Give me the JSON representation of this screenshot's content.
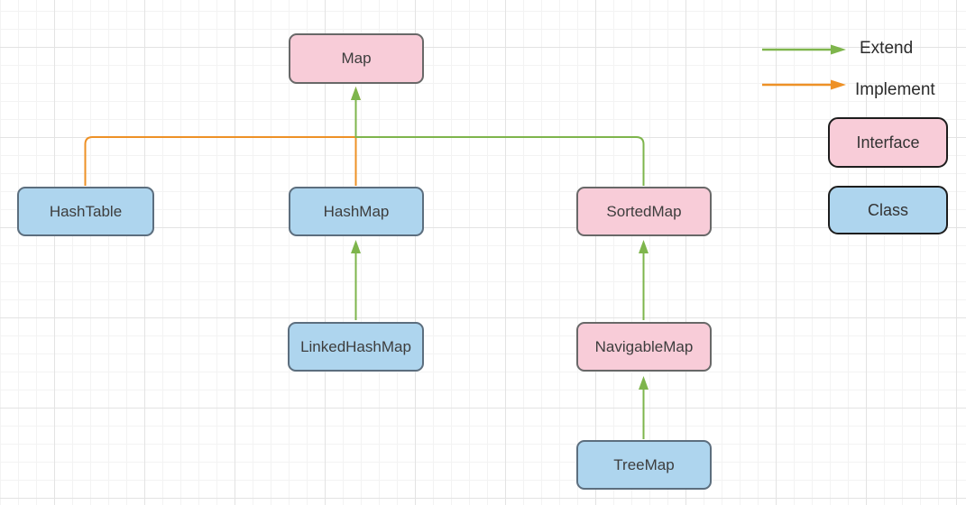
{
  "diagram": {
    "title_implied": "Java Map hierarchy",
    "colors": {
      "extend": "#7eb54c",
      "implement": "#ee9126",
      "interface_fill": "#f8ccd8",
      "class_fill": "#aed5ee",
      "node_border": "#5c6e7e",
      "legend_border": "#1d1d1d",
      "label_text": "#3d3d3d"
    },
    "nodes": [
      {
        "id": "map",
        "label": "Map",
        "kind": "interface"
      },
      {
        "id": "hashtable",
        "label": "HashTable",
        "kind": "class"
      },
      {
        "id": "hashmap",
        "label": "HashMap",
        "kind": "class"
      },
      {
        "id": "sortedmap",
        "label": "SortedMap",
        "kind": "interface"
      },
      {
        "id": "linkedhashmap",
        "label": "LinkedHashMap",
        "kind": "class"
      },
      {
        "id": "navigablemap",
        "label": "NavigableMap",
        "kind": "interface"
      },
      {
        "id": "treemap",
        "label": "TreeMap",
        "kind": "class"
      }
    ],
    "edges": [
      {
        "from": "HashTable",
        "to": "Map",
        "type": "implement"
      },
      {
        "from": "HashMap",
        "to": "Map",
        "type": "implement"
      },
      {
        "from": "SortedMap",
        "to": "Map",
        "type": "extend"
      },
      {
        "from": "LinkedHashMap",
        "to": "HashMap",
        "type": "extend"
      },
      {
        "from": "NavigableMap",
        "to": "SortedMap",
        "type": "extend"
      },
      {
        "from": "TreeMap",
        "to": "NavigableMap",
        "type": "extend"
      }
    ],
    "legend": {
      "extend_label": "Extend",
      "implement_label": "Implement",
      "interface_label": "Interface",
      "class_label": "Class"
    }
  }
}
